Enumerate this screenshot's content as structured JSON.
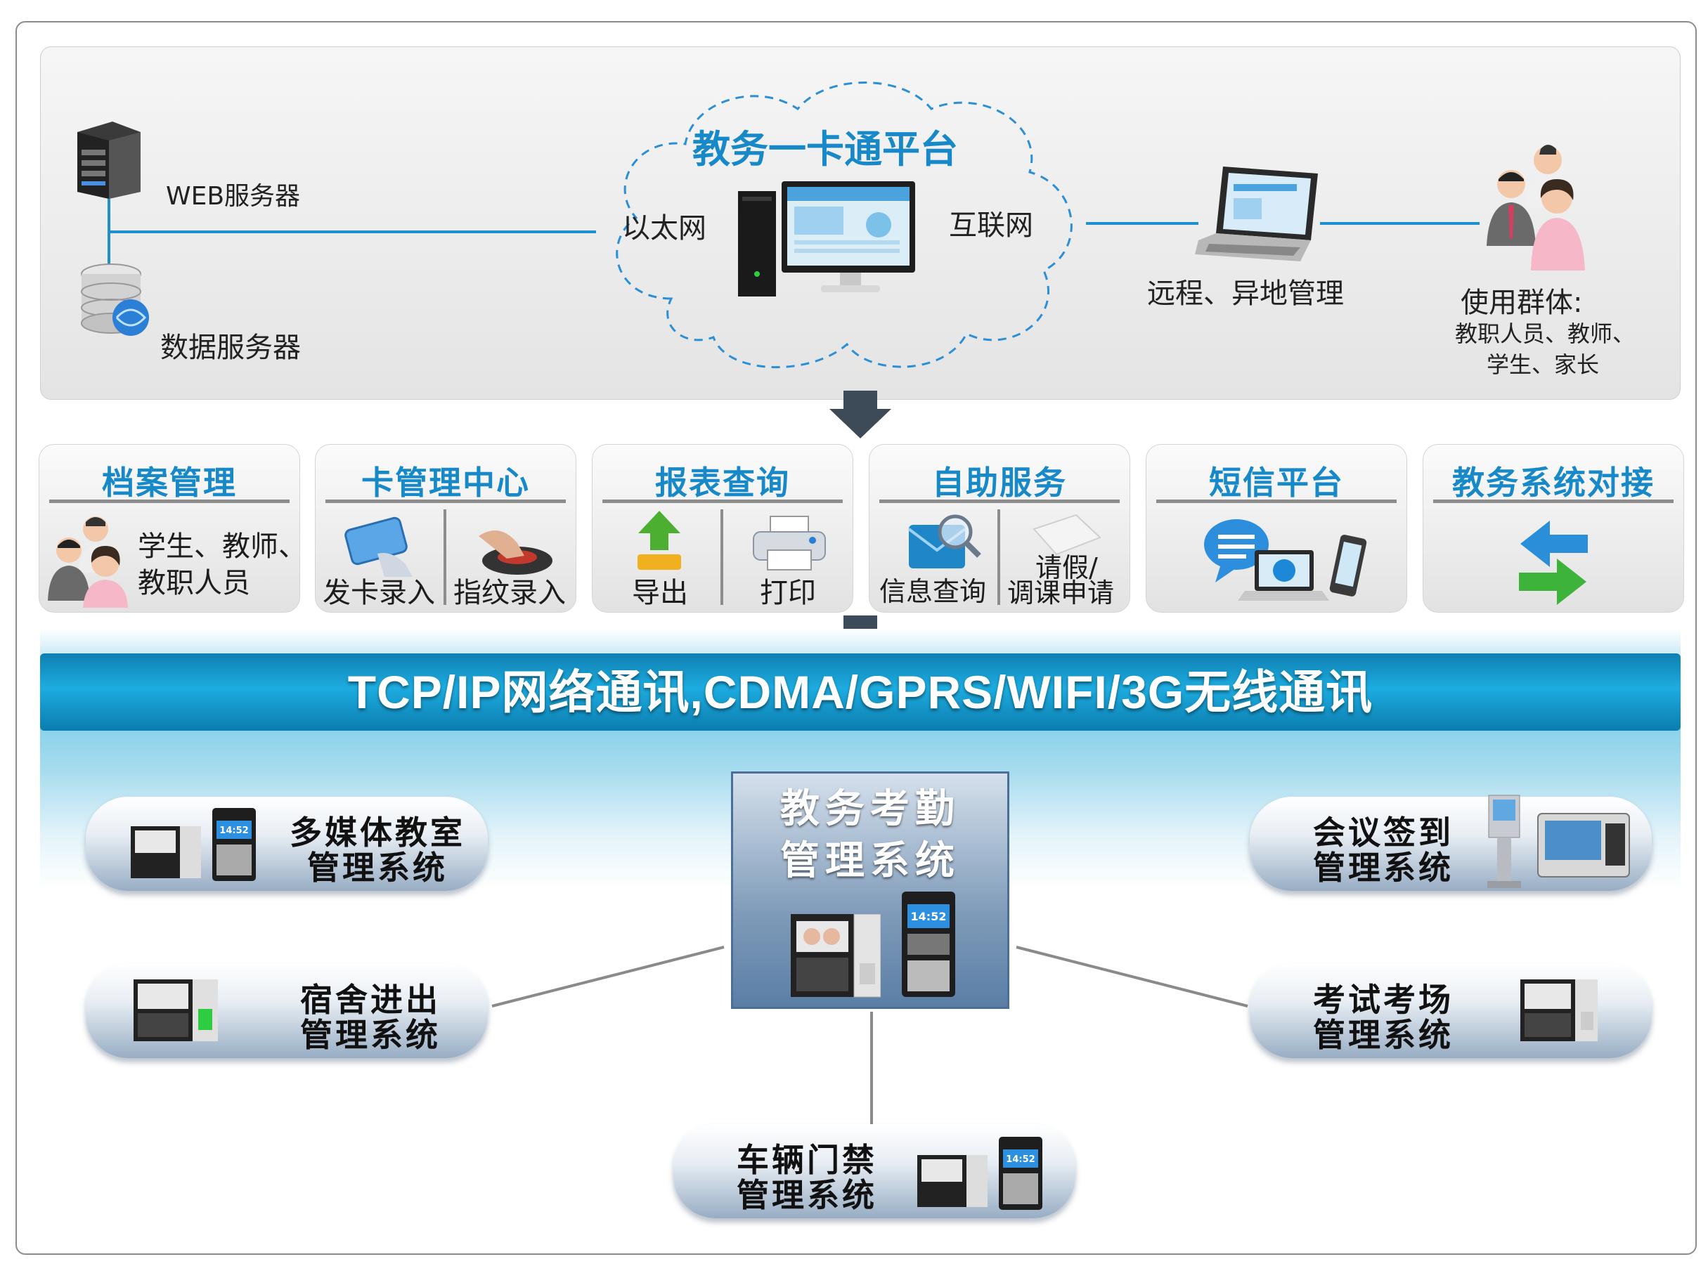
{
  "platform": {
    "title": "教务一卡通平台",
    "ethernet": "以太网",
    "internet": "互联网",
    "web_server": "WEB服务器",
    "data_server": "数据服务器",
    "remote": "远程、异地管理",
    "users_title": "使用群体:",
    "users_line1": "教职人员、教师、",
    "users_line2": "学生、家长"
  },
  "modules": [
    {
      "title": "档案管理",
      "text1": "学生、教师、",
      "text2": "教职人员"
    },
    {
      "title": "卡管理中心",
      "left": "发卡录入",
      "right": "指纹录入"
    },
    {
      "title": "报表查询",
      "left": "导出",
      "right": "打印"
    },
    {
      "title": "自助服务",
      "left": "信息查询",
      "right_top": "请假/",
      "right_bottom": "调课申请"
    },
    {
      "title": "短信平台"
    },
    {
      "title": "教务系统对接"
    }
  ],
  "network": {
    "title": "TCP/IP网络通讯,CDMA/GPRS/WIFI/3G无线通讯"
  },
  "center": {
    "line1": "教务考勤",
    "line2": "管理系统"
  },
  "subsystems": [
    {
      "line1": "多媒体教室",
      "line2": "管理系统"
    },
    {
      "line1": "宿舍进出",
      "line2": "管理系统"
    },
    {
      "line1": "车辆门禁",
      "line2": "管理系统"
    },
    {
      "line1": "会议签到",
      "line2": "管理系统"
    },
    {
      "line1": "考试考场",
      "line2": "管理系统"
    }
  ],
  "device_screen_text": "14:52",
  "colors": {
    "accent": "#1889c8",
    "band": "#1dace0",
    "center": "#6f8fb4"
  }
}
